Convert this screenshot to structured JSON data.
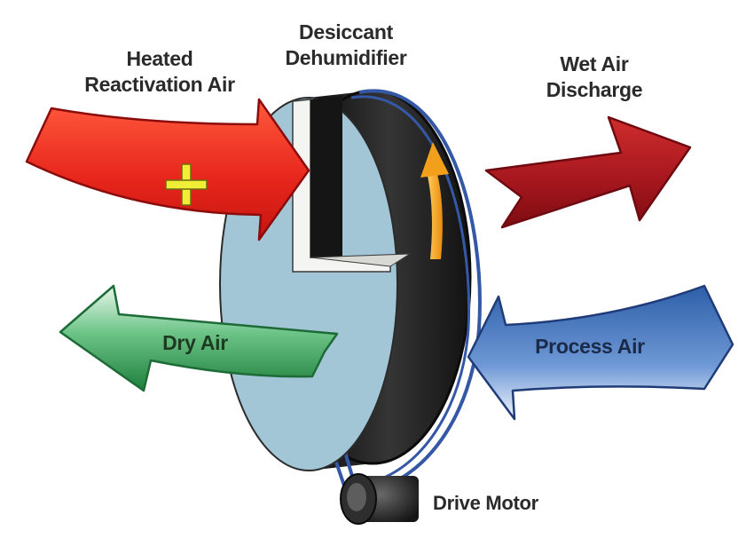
{
  "labels": {
    "heated_line1": "Heated",
    "heated_line2": "Reactivation Air",
    "desiccant_line1": "Desiccant",
    "desiccant_line2": "Dehumidifier",
    "wet_line1": "Wet Air",
    "wet_line2": "Discharge",
    "dry_air": "Dry Air",
    "process_air": "Process Air",
    "drive_motor": "Drive Motor"
  },
  "colors": {
    "heated_arrow": "#e8271d",
    "wet_arrow": "#a4161d",
    "dry_arrow": "#2f9a4e",
    "process_arrow": "#4d7fc8",
    "wheel_face": "#a3c6d6",
    "wheel_rim": "#1e1e1e",
    "belt": "#3558a6",
    "rotation_arrow": "#f2a01c",
    "plus_sign": "#f1ee37"
  },
  "icons": {
    "heat": "plus-icon",
    "rotation": "rotation-arrow-icon"
  }
}
